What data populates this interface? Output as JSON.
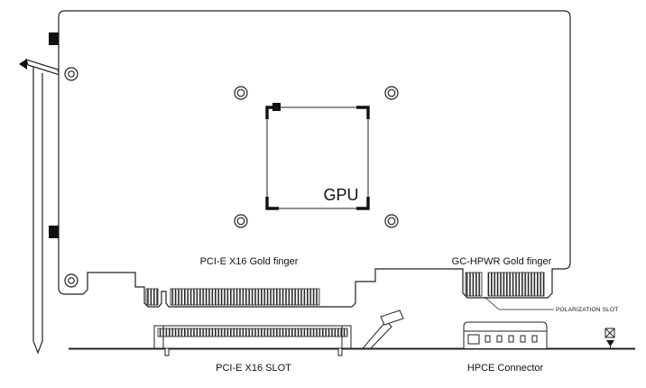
{
  "diagram": {
    "type": "technical-line-drawing",
    "subject": "Graphics card (GPU) back view with motherboard slot connectors",
    "labels": {
      "gpu": "GPU",
      "pcie_gold_finger": "PCI-E X16 Gold finger",
      "gc_hpwr_gold_finger": "GC-HPWR Gold finger",
      "polarization_slot": "POLARIZATION SLOT",
      "pcie_slot": "PCI-E X16 SLOT",
      "hpce_connector": "HPCE Connector"
    },
    "colors": {
      "line": "#222222",
      "fill_dark": "#111111",
      "background": "#ffffff"
    }
  }
}
